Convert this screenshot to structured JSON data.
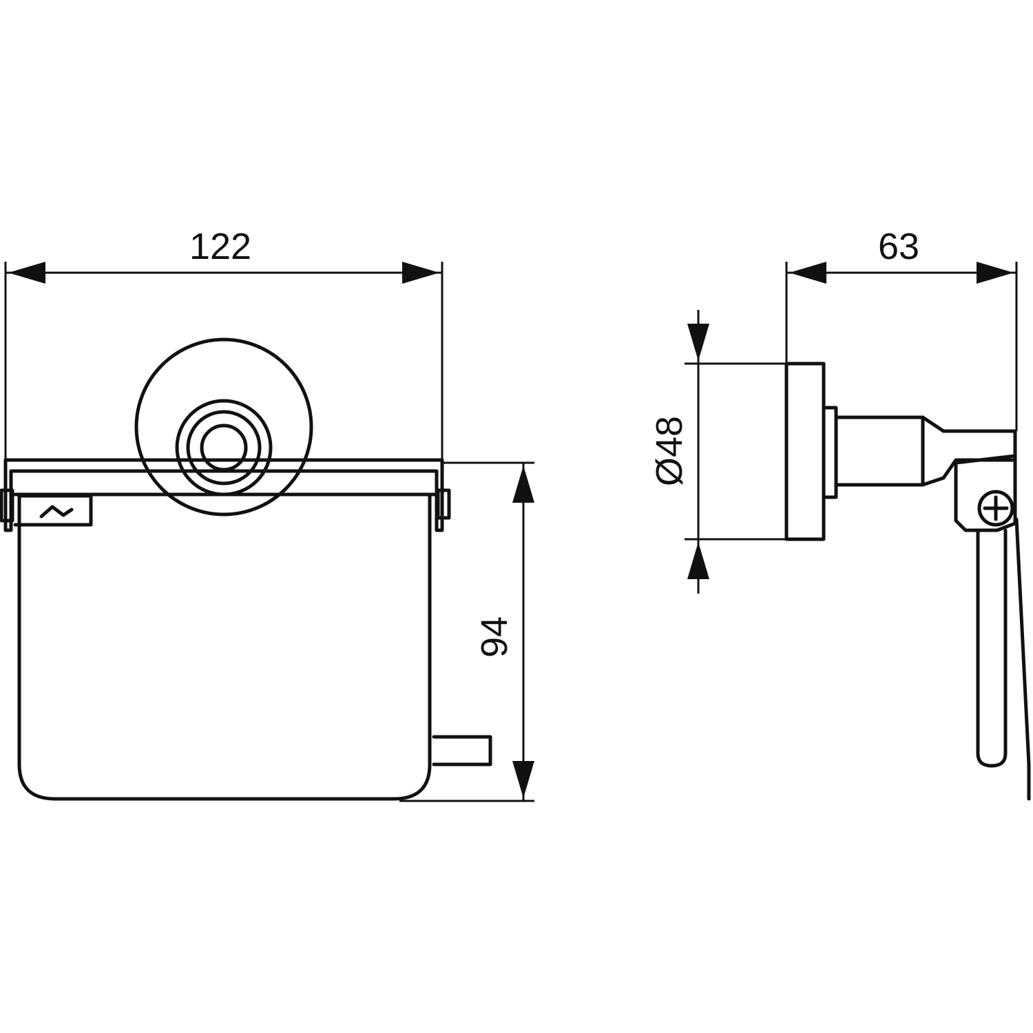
{
  "dimensions": {
    "width": "122",
    "height": "94",
    "depth": "63",
    "diameter": "Ø48"
  },
  "colors": {
    "line": "#111111",
    "background": "#ffffff"
  }
}
